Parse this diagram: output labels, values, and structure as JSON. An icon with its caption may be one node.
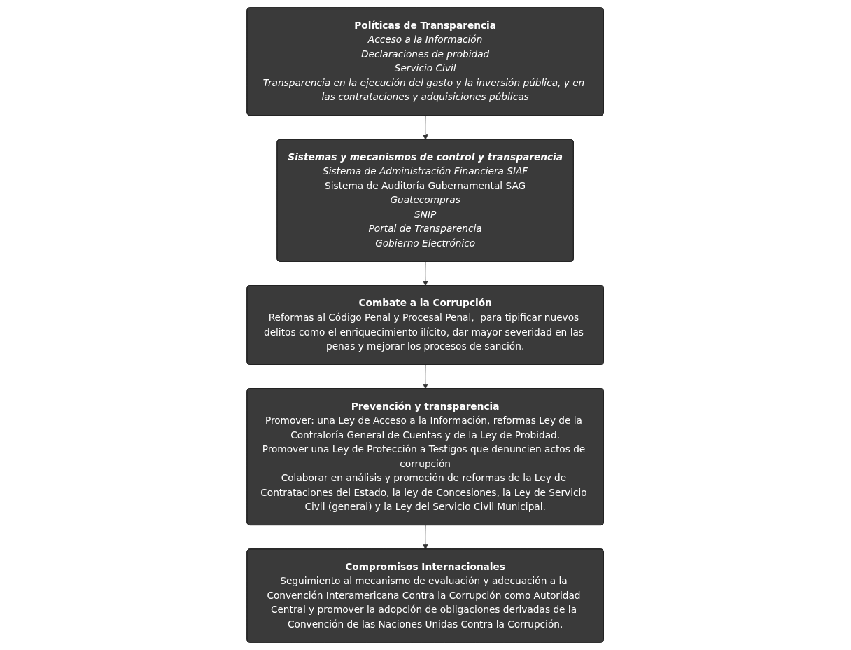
{
  "diagram": {
    "nodes": [
      {
        "text": [
          "Combate a la Corrupción",
          "Reformas al Código Penal y Procesal Penal,  para tipificar nuevos delitos como el enriquecimiento ilícito, dar mayor severidad en las penas y mejorar los procesos de sanción."
        ]
      },
      {
        "text": [
          "Prevención y transparencia",
          "Promover: una Ley de Acceso a la Información, reformas Ley de la Contraloría General de Cuentas y de la Ley de Probidad.",
          "Promover una Ley de Protección a Testigos que denuncien actos de corrupción",
          "Colaborar en análisis y promoción de reformas de la Ley de Contrataciones del Estado, la ley de Concesiones, la Ley de Servicio Civil (general) y la Ley del Servicio Civil Municipal."
        ]
      },
      {
        "text": [
          "Compromisos Internacionales",
          "Seguimiento al mecanismo de evaluación y adecuación a la Convención Interamericana Contra la Corrupción como Autoridad Central y promover la adopción de obligaciones derivadas de la Convención de las Naciones Unidas Contra la Corrupción."
        ]
      },
      {
        "text": [
          "Políticas de Transparencia",
          "Acceso a la Información",
          "Declaraciones de probidad",
          "Servicio Civil",
          "Transparencia en la ejecución del gasto y la inversión pública, y en las contrataciones y adquisiciones públicas"
        ]
      },
      {
        "text": [
          "Sistemas y mecanismos de control y transparencia",
          "Sistema de Administración Financiera SIAF",
          "Sistema de Auditoría Gubernamental SAG",
          "Guatecompras",
          "SNIP",
          "Portal de Transparencia",
          "Gobierno Electrónico"
        ]
      }
    ],
    "edges": [
      {
        "from": 4,
        "to": 0,
        "arrow": "to"
      },
      {
        "from": 0,
        "to": 1,
        "arrow": "to"
      },
      {
        "from": 1,
        "to": 2,
        "arrow": "to"
      },
      {
        "from": 3,
        "to": 4,
        "arrow": "to"
      }
    ]
  }
}
